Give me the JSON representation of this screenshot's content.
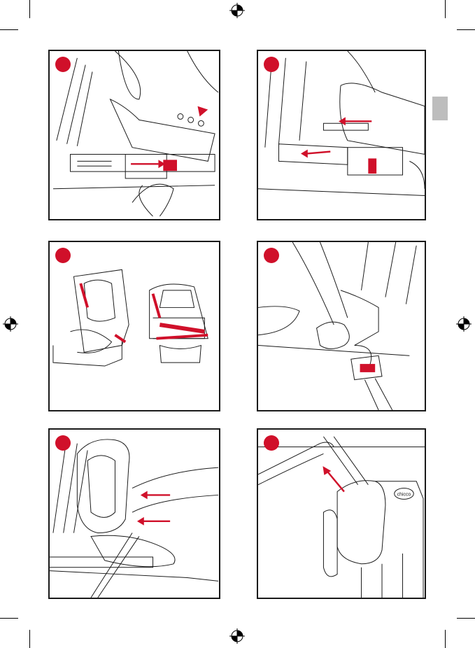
{
  "page": {
    "colors": {
      "accent": "#d0102a",
      "stroke": "#1a1a1a",
      "tab": "#bdbdbd"
    }
  },
  "brand": {
    "logo_text": "chicco"
  },
  "panels": [
    {
      "step": "",
      "name": "panel-step-1"
    },
    {
      "step": "",
      "name": "panel-step-2"
    },
    {
      "step": "",
      "name": "panel-step-3"
    },
    {
      "step": "",
      "name": "panel-step-4"
    },
    {
      "step": "",
      "name": "panel-step-5"
    },
    {
      "step": "",
      "name": "panel-step-6"
    }
  ]
}
